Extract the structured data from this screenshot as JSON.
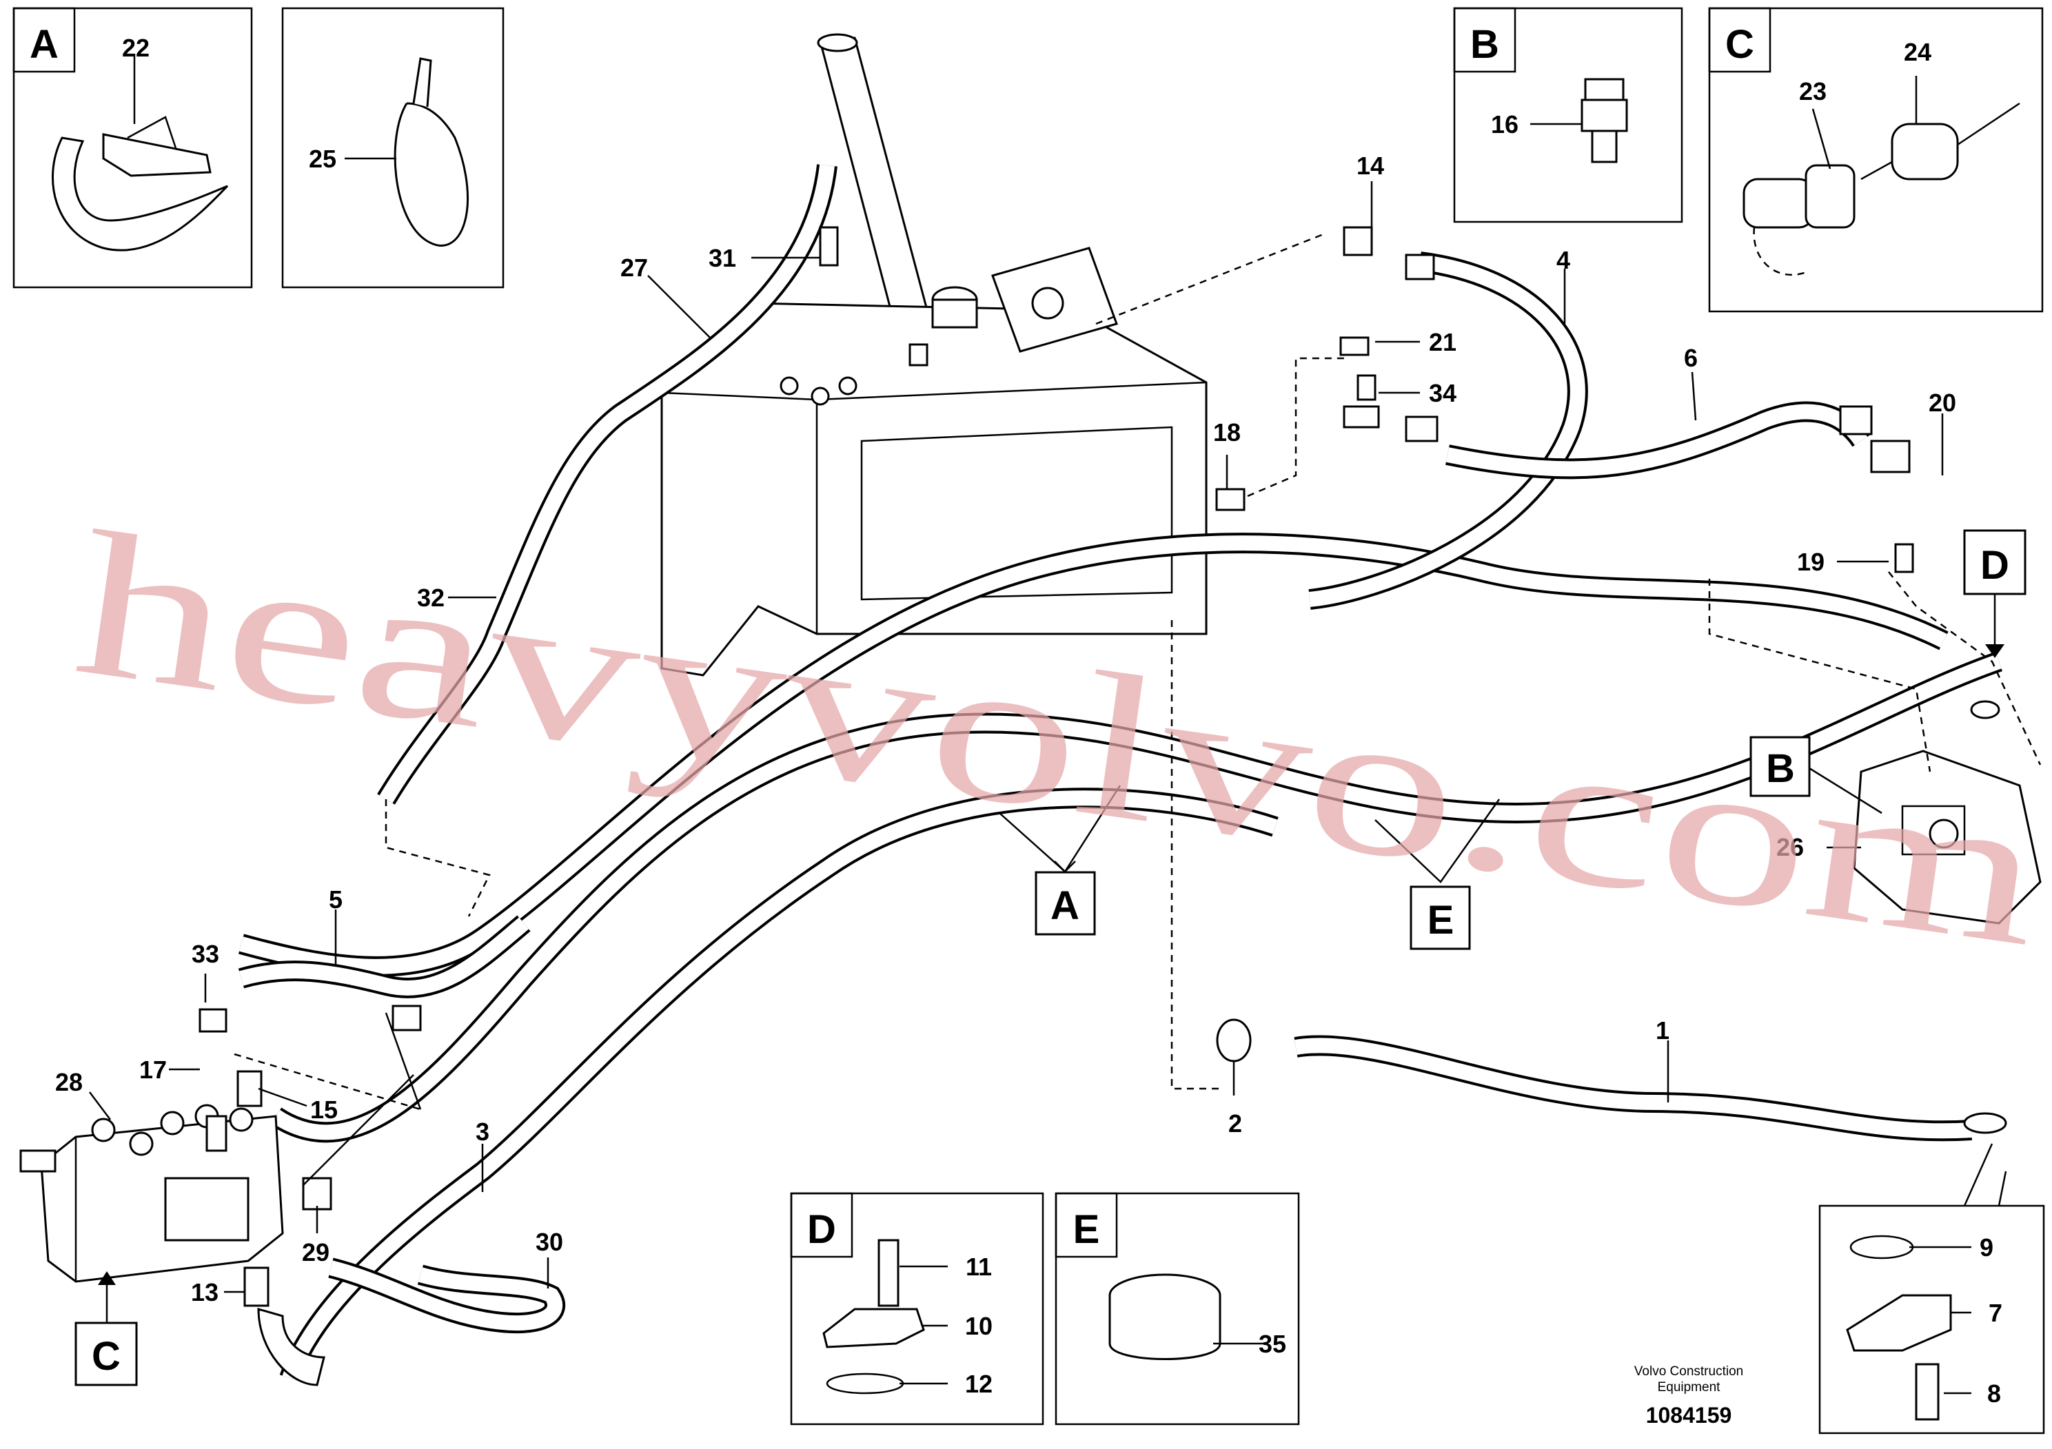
{
  "callouts": {
    "c1": "1",
    "c2": "2",
    "c3": "3",
    "c4": "4",
    "c5": "5",
    "c6": "6",
    "c7": "7",
    "c8": "8",
    "c9": "9",
    "c10": "10",
    "c11": "11",
    "c12": "12",
    "c13": "13",
    "c14": "14",
    "c15": "15",
    "c16": "16",
    "c17": "17",
    "c18": "18",
    "c19": "19",
    "c20": "20",
    "c21": "21",
    "c22": "22",
    "c23": "23",
    "c24": "24",
    "c25": "25",
    "c26": "26",
    "c27": "27",
    "c28": "28",
    "c29": "29",
    "c30": "30",
    "c31": "31",
    "c32": "32",
    "c33": "33",
    "c34": "34",
    "c35": "35"
  },
  "detail_boxes": {
    "A": "A",
    "B": "B",
    "C": "C",
    "D": "D",
    "E": "E"
  },
  "view_markers": {
    "A": "A",
    "B": "B",
    "C": "C",
    "D": "D",
    "E": "E"
  },
  "footer": {
    "company_line1": "Volvo Construction",
    "company_line2": "Equipment",
    "doc_number": "1084159"
  },
  "watermark": "heavyvolvo.com",
  "colors": {
    "line": "#000000",
    "background": "#ffffff",
    "watermark": "#e6a7a9"
  }
}
